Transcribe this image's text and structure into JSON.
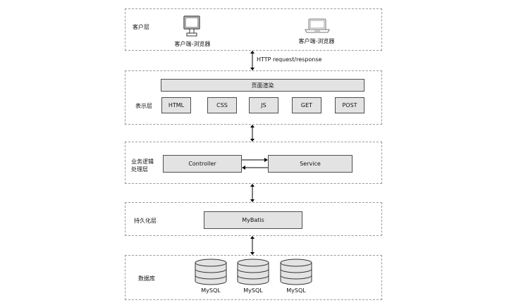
{
  "layers": {
    "client": {
      "label": "客户层",
      "devices": [
        {
          "name": "客户端-浏览器",
          "icon": "desktop-monitor-icon"
        },
        {
          "name": "客户端-浏览器",
          "icon": "laptop-icon"
        }
      ]
    },
    "presentation": {
      "label": "表示层",
      "render_box": "页面渲染",
      "techs": [
        "HTML",
        "CSS",
        "JS",
        "GET",
        "POST"
      ]
    },
    "business": {
      "label_line1": "业务逻辑",
      "label_line2": "处理层",
      "controller": "Controller",
      "service": "Service"
    },
    "persistence": {
      "label": "持久化层",
      "mybatis": "MyBatis"
    },
    "database": {
      "label": "数据库",
      "dbs": [
        "MySQL",
        "MySQL",
        "MySQL"
      ]
    }
  },
  "connectors": {
    "http_label": "HTTP request/response"
  },
  "colors": {
    "box_fill": "#e3e3e3",
    "box_stroke": "#4d4d4d",
    "layer_border": "#9a9a9a",
    "icon_stroke": "#333333"
  }
}
